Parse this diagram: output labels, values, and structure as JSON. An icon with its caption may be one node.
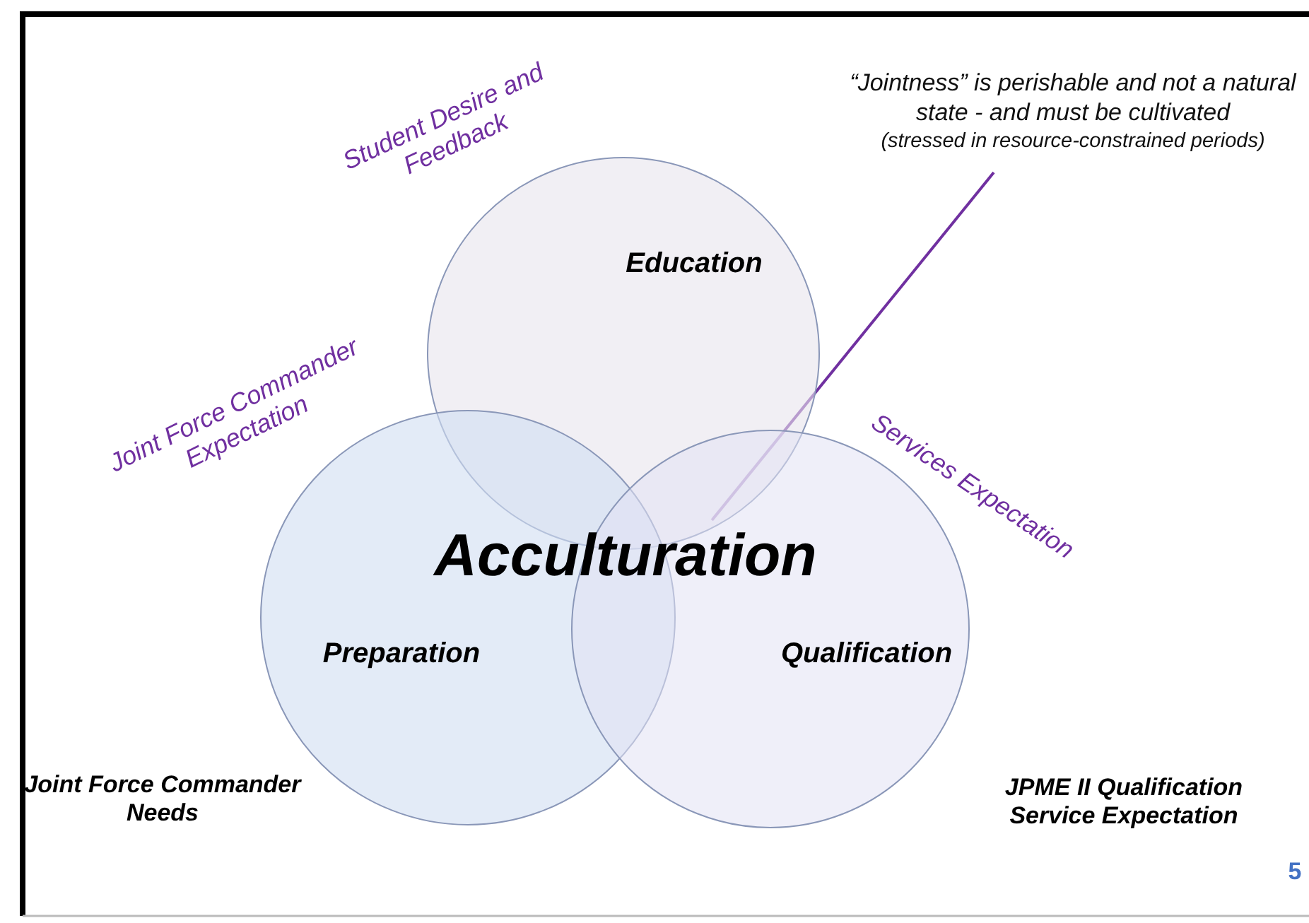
{
  "diagram": {
    "nodes": [
      {
        "text": [
          "Education"
        ]
      },
      {
        "text": [
          "Preparation"
        ]
      },
      {
        "text": [
          "Qualification"
        ]
      },
      {
        "text": [
          "Acculturation"
        ]
      },
      {
        "text": [
          "“Jointness” is perishable and not a natural state - and must be cultivated",
          "(stressed in resource-constrained periods)"
        ]
      }
    ],
    "edges": [
      {
        "from": 4,
        "to": 3,
        "arrow": "none",
        "color": "#7030a0"
      }
    ],
    "labels": [
      "Student Desire and Feedback",
      "Joint Force Commander Expectation",
      "Services Expectation",
      "Joint Force Commander Needs",
      "JPME II Qualification Service Expectation",
      "5"
    ]
  }
}
